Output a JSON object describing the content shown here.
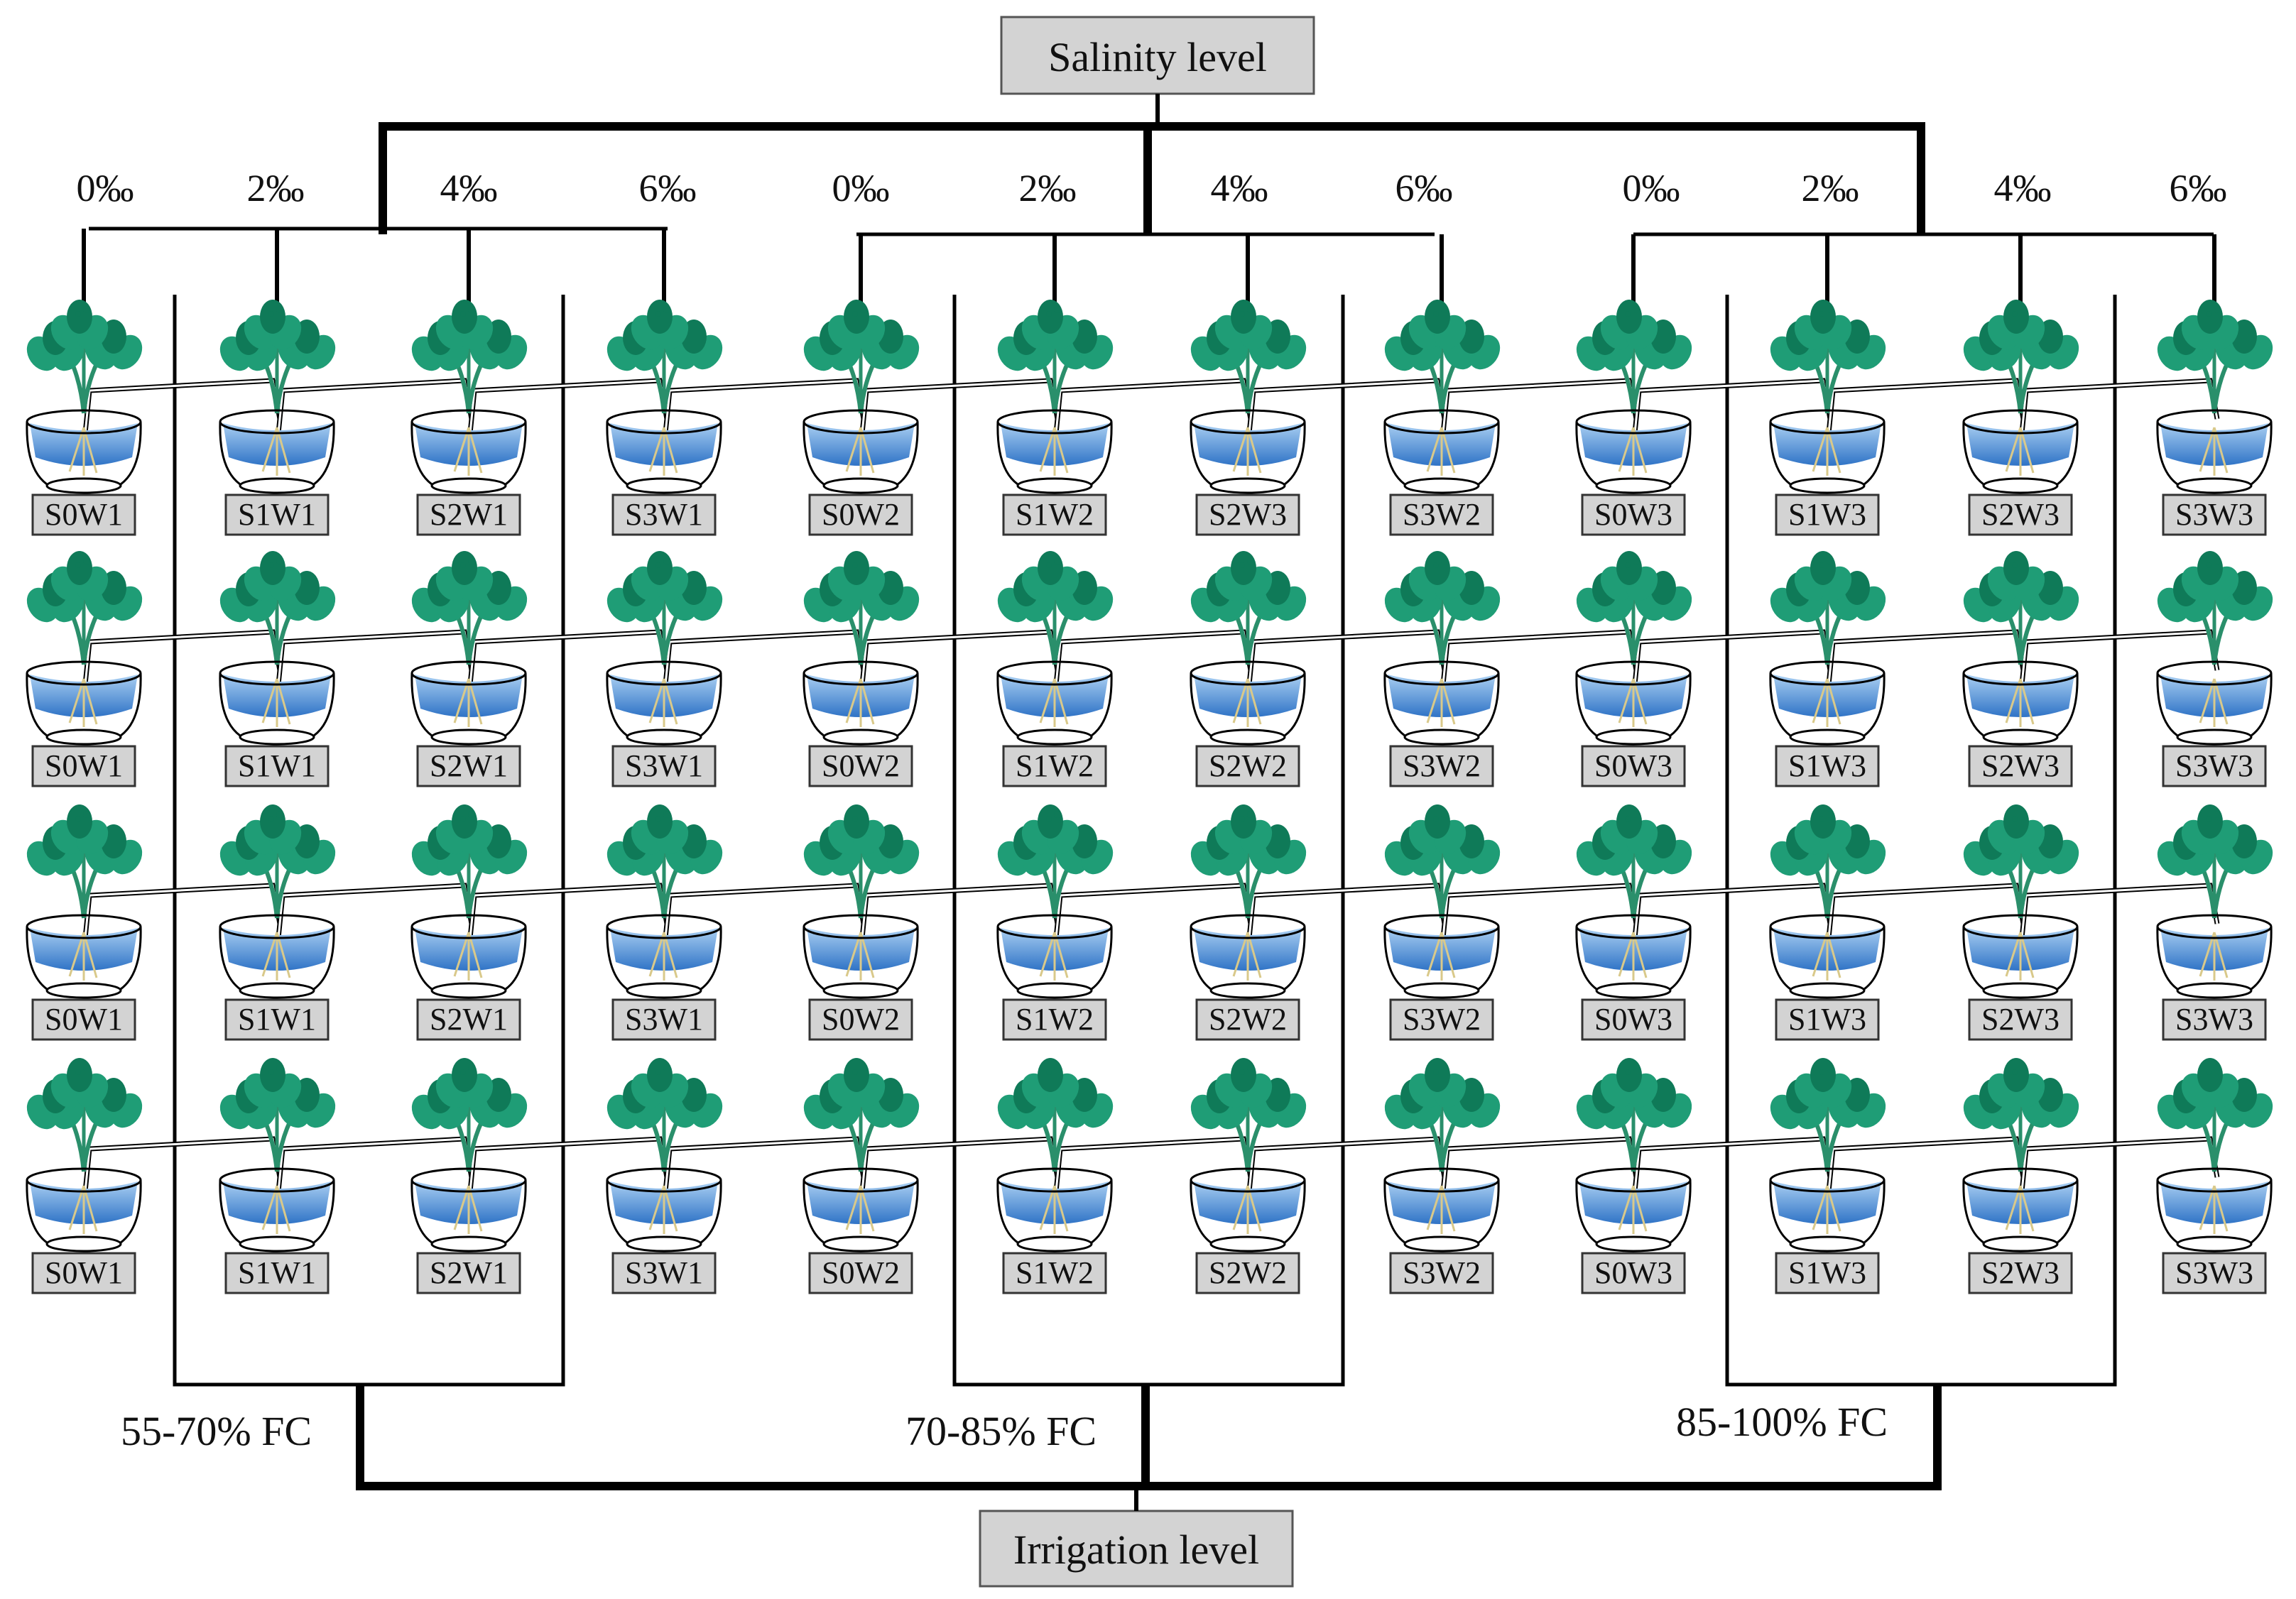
{
  "title_top": "Salinity level",
  "title_bottom": "Irrigation level",
  "salinity_groups": [
    [
      "0‰",
      "2‰",
      "4‰",
      "6‰"
    ],
    [
      "0‰",
      "2‰",
      "4‰",
      "6‰"
    ],
    [
      "0‰",
      "2‰",
      "4‰",
      "6‰"
    ]
  ],
  "irrigation_labels": [
    "55-70% FC",
    "70-85% FC",
    "85-100% FC"
  ],
  "rows": [
    [
      "S0W1",
      "S1W1",
      "S2W1",
      "S3W1",
      "S0W2",
      "S1W2",
      "S2W3",
      "S3W2",
      "S0W3",
      "S1W3",
      "S2W3",
      "S3W3"
    ],
    [
      "S0W1",
      "S1W1",
      "S2W1",
      "S3W1",
      "S0W2",
      "S1W2",
      "S2W2",
      "S3W2",
      "S0W3",
      "S1W3",
      "S2W3",
      "S3W3"
    ],
    [
      "S0W1",
      "S1W1",
      "S2W1",
      "S3W1",
      "S0W2",
      "S1W2",
      "S2W2",
      "S3W2",
      "S0W3",
      "S1W3",
      "S2W3",
      "S3W3"
    ],
    [
      "S0W1",
      "S1W1",
      "S2W1",
      "S3W1",
      "S0W2",
      "S1W2",
      "S2W2",
      "S3W2",
      "S0W3",
      "S1W3",
      "S2W3",
      "S3W3"
    ]
  ],
  "colors": {
    "label_box": "#d3d3d3",
    "water_top": "#9cc7ee",
    "water_bottom": "#2f73c6",
    "leaf": "#1f9d76",
    "leaf_dark": "#0f7a58",
    "stem": "#2a8f6b",
    "root": "#d9c98a",
    "line": "#000000"
  }
}
